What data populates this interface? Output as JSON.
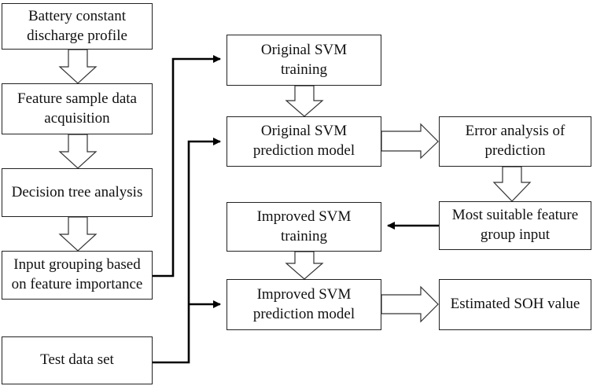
{
  "diagram": {
    "left_column": {
      "discharge_profile": [
        "Battery constant",
        "discharge profile"
      ],
      "feature_acquisition": [
        "Feature sample data",
        "acquisition"
      ],
      "decision_tree": [
        "Decision tree analysis"
      ],
      "input_grouping": [
        "Input grouping based",
        "on feature importance"
      ],
      "test_data": [
        "Test data set"
      ]
    },
    "middle_column": {
      "original_training": [
        "Original SVM",
        "training"
      ],
      "original_model": [
        "Original SVM",
        "prediction model"
      ],
      "improved_training": [
        "Improved SVM",
        "training"
      ],
      "improved_model": [
        "Improved SVM",
        "prediction model"
      ]
    },
    "right_column": {
      "error_analysis": [
        "Error analysis of",
        "prediction"
      ],
      "feature_group_input": [
        "Most suitable feature",
        "group input"
      ],
      "soh_value": [
        "Estimated SOH value"
      ]
    }
  }
}
